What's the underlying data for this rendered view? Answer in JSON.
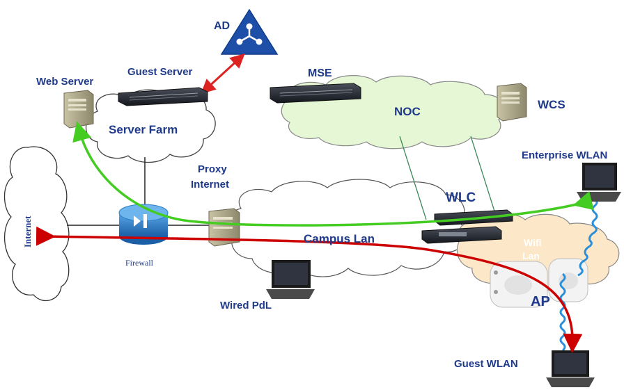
{
  "labels": {
    "ad": "AD",
    "guest_server": "Guest Server",
    "web_server": "Web Server",
    "server_farm": "Server Farm",
    "mse": "MSE",
    "noc": "NOC",
    "wcs": "WCS",
    "enterprise_wlan": "Enterprise WLAN",
    "proxy_internet_line1": "Proxy",
    "proxy_internet_line2": "Internet",
    "wlc": "WLC",
    "campus_lan": "Campus Lan",
    "wifi_lan_line1": "Wifi",
    "wifi_lan_line2": "Lan",
    "internet": "Internet",
    "firewall": "Firewall",
    "wired_pdl": "Wired PdL",
    "ap": "AP",
    "guest_wlan": "Guest WLAN"
  },
  "colors": {
    "label_text": "#1f3a8a",
    "guest_flow": "#cc0000",
    "enterprise_flow": "#44cc22",
    "ad_link": "#dd2222",
    "noc_cloud": "#e6f7d6",
    "wifi_cloud": "#fce7c8",
    "firewall_blue": "#2b7fc8",
    "wireless_link": "#2a8fd8"
  },
  "icons": [
    "active-directory-icon",
    "server-icon",
    "rack-server-icon",
    "cloud-icon",
    "firewall-icon",
    "laptop-icon",
    "access-point-icon",
    "wireless-controller-icon"
  ]
}
